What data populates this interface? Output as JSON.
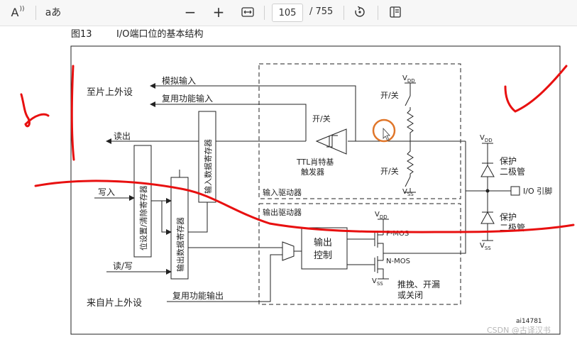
{
  "toolbar": {
    "read_aloud_label": "A",
    "text_options_label": "aあ",
    "zoom_out_label": "−",
    "zoom_in_label": "+",
    "page_current": "105",
    "page_total": "/ 755"
  },
  "figure": {
    "caption_number": "图13",
    "caption_title": "I/O端口位的基本结构",
    "labels": {
      "analog_input": "模拟输入",
      "to_onchip_peripheral": "至片上外设",
      "alt_function_input": "复用功能输入",
      "read_out": "读出",
      "write_in": "写入",
      "read_write": "读/写",
      "from_onchip_peripheral": "来自片上外设",
      "alt_function_output": "复用功能输出",
      "bit_set_reset_register": "位设置/清除寄存器",
      "input_data_register": "输入数据寄存器",
      "output_data_register": "输出数据寄存器",
      "on_off_1": "开/关",
      "on_off_2": "开/关",
      "on_off_3": "开/关",
      "ttl_schmitt_1": "TTL肖特基",
      "ttl_schmitt_2": "触发器",
      "input_driver": "输入驱动器",
      "output_driver": "输出驱动器",
      "output_control_1": "输出",
      "output_control_2": "控制",
      "pmos": "P-MOS",
      "nmos": "N-MOS",
      "push_pull_1": "推挽、开漏",
      "push_pull_2": "或关闭",
      "protect_1": "保护",
      "protect_diode_1": "二极管",
      "protect_2": "保护",
      "protect_diode_2": "二极管",
      "io_pin": "I/O 引脚",
      "vdd": "V",
      "vdd_sub": "DD",
      "vss": "V",
      "vss_sub": "SS",
      "figure_id": "ai14781"
    }
  },
  "watermark": "CSDN @古译汉书",
  "colors": {
    "annotation_red": "#e81010",
    "cursor_ring": "#e0762a",
    "line": "#222222"
  }
}
